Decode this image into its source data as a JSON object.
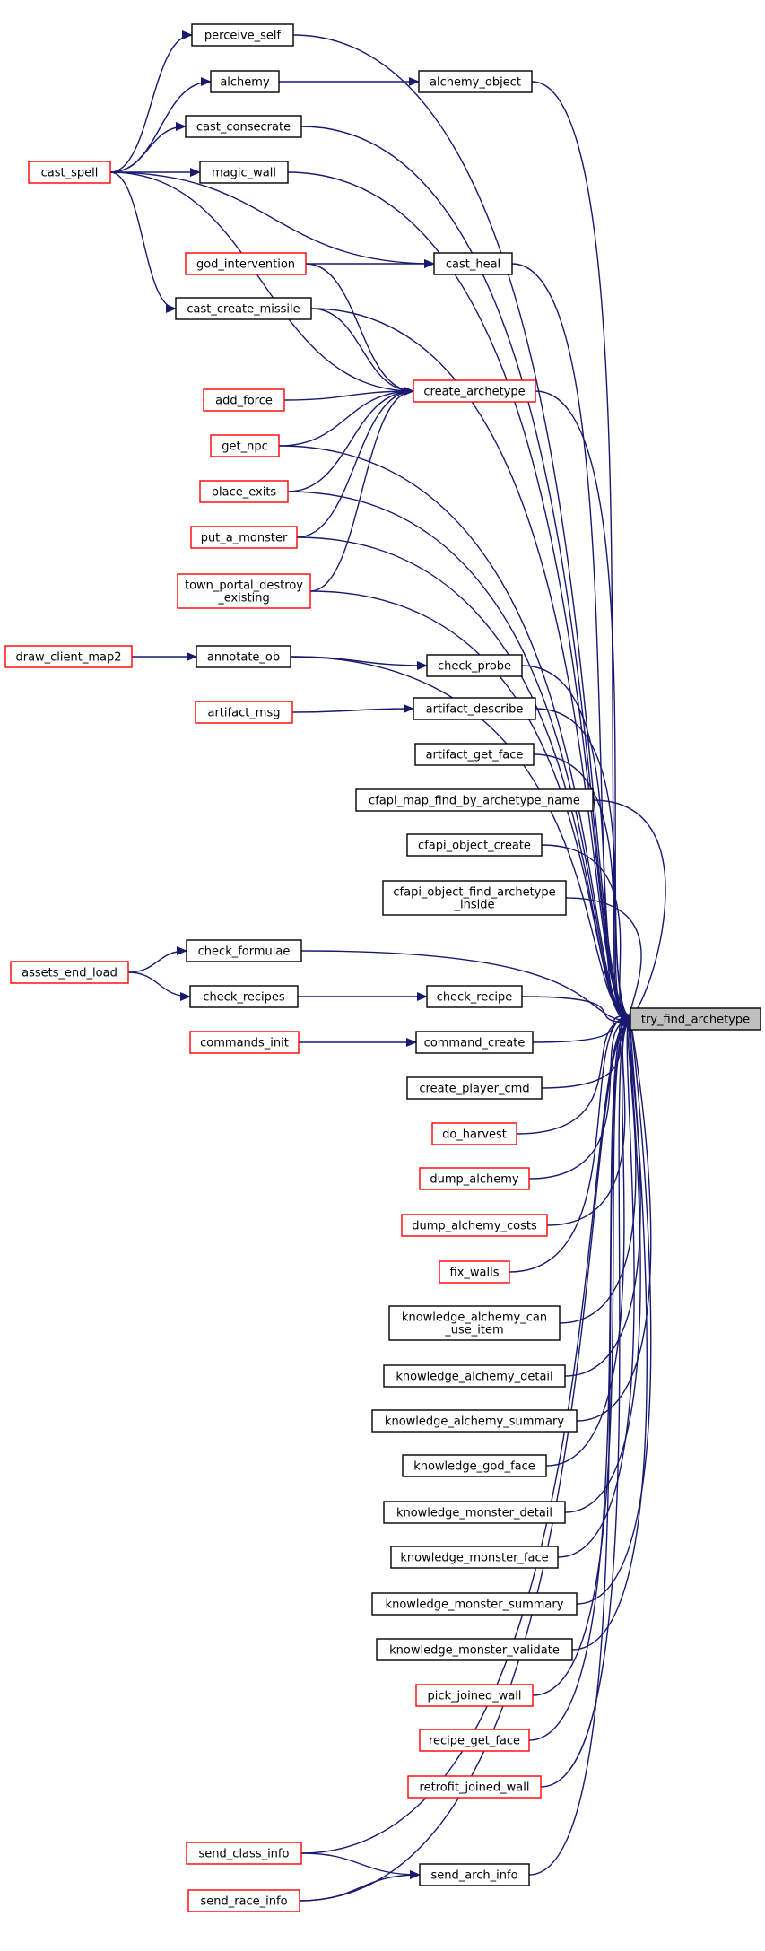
{
  "graph": {
    "edge_color": "#191970",
    "target_fill": "#bfbfbf",
    "border_normal": "#000000",
    "border_truncated": "#ff0000",
    "target": "try_find_archetype",
    "nodes": [
      {
        "id": "perceive_self",
        "lines": [
          "perceive_self"
        ],
        "style": "normal"
      },
      {
        "id": "alchemy",
        "lines": [
          "alchemy"
        ],
        "style": "normal"
      },
      {
        "id": "alchemy_object",
        "lines": [
          "alchemy_object"
        ],
        "style": "normal"
      },
      {
        "id": "cast_consecrate",
        "lines": [
          "cast_consecrate"
        ],
        "style": "normal"
      },
      {
        "id": "cast_spell",
        "lines": [
          "cast_spell"
        ],
        "style": "truncated"
      },
      {
        "id": "magic_wall",
        "lines": [
          "magic_wall"
        ],
        "style": "normal"
      },
      {
        "id": "god_intervention",
        "lines": [
          "god_intervention"
        ],
        "style": "truncated"
      },
      {
        "id": "cast_heal",
        "lines": [
          "cast_heal"
        ],
        "style": "normal"
      },
      {
        "id": "cast_create_missile",
        "lines": [
          "cast_create_missile"
        ],
        "style": "normal"
      },
      {
        "id": "add_force",
        "lines": [
          "add_force"
        ],
        "style": "truncated"
      },
      {
        "id": "create_archetype",
        "lines": [
          "create_archetype"
        ],
        "style": "truncated"
      },
      {
        "id": "get_npc",
        "lines": [
          "get_npc"
        ],
        "style": "truncated"
      },
      {
        "id": "place_exits",
        "lines": [
          "place_exits"
        ],
        "style": "truncated"
      },
      {
        "id": "put_a_monster",
        "lines": [
          "put_a_monster"
        ],
        "style": "truncated"
      },
      {
        "id": "town_portal_destroy_existing",
        "lines": [
          "town_portal_destroy",
          "_existing"
        ],
        "style": "truncated"
      },
      {
        "id": "draw_client_map2",
        "lines": [
          "draw_client_map2"
        ],
        "style": "truncated"
      },
      {
        "id": "annotate_ob",
        "lines": [
          "annotate_ob"
        ],
        "style": "normal"
      },
      {
        "id": "check_probe",
        "lines": [
          "check_probe"
        ],
        "style": "normal"
      },
      {
        "id": "artifact_msg",
        "lines": [
          "artifact_msg"
        ],
        "style": "truncated"
      },
      {
        "id": "artifact_describe",
        "lines": [
          "artifact_describe"
        ],
        "style": "normal"
      },
      {
        "id": "artifact_get_face",
        "lines": [
          "artifact_get_face"
        ],
        "style": "normal"
      },
      {
        "id": "cfapi_map_find_by_archetype_name",
        "lines": [
          "cfapi_map_find_by_archetype_name"
        ],
        "style": "normal"
      },
      {
        "id": "cfapi_object_create",
        "lines": [
          "cfapi_object_create"
        ],
        "style": "normal"
      },
      {
        "id": "cfapi_object_find_archetype_inside",
        "lines": [
          "cfapi_object_find_archetype",
          "_inside"
        ],
        "style": "normal"
      },
      {
        "id": "assets_end_load",
        "lines": [
          "assets_end_load"
        ],
        "style": "truncated"
      },
      {
        "id": "check_formulae",
        "lines": [
          "check_formulae"
        ],
        "style": "normal"
      },
      {
        "id": "check_recipes",
        "lines": [
          "check_recipes"
        ],
        "style": "normal"
      },
      {
        "id": "check_recipe",
        "lines": [
          "check_recipe"
        ],
        "style": "normal"
      },
      {
        "id": "try_find_archetype",
        "lines": [
          "try_find_archetype"
        ],
        "style": "target"
      },
      {
        "id": "commands_init",
        "lines": [
          "commands_init"
        ],
        "style": "truncated"
      },
      {
        "id": "command_create",
        "lines": [
          "command_create"
        ],
        "style": "normal"
      },
      {
        "id": "create_player_cmd",
        "lines": [
          "create_player_cmd"
        ],
        "style": "normal"
      },
      {
        "id": "do_harvest",
        "lines": [
          "do_harvest"
        ],
        "style": "truncated"
      },
      {
        "id": "dump_alchemy",
        "lines": [
          "dump_alchemy"
        ],
        "style": "truncated"
      },
      {
        "id": "dump_alchemy_costs",
        "lines": [
          "dump_alchemy_costs"
        ],
        "style": "truncated"
      },
      {
        "id": "fix_walls",
        "lines": [
          "fix_walls"
        ],
        "style": "truncated"
      },
      {
        "id": "knowledge_alchemy_can_use_item",
        "lines": [
          "knowledge_alchemy_can",
          "_use_item"
        ],
        "style": "normal"
      },
      {
        "id": "knowledge_alchemy_detail",
        "lines": [
          "knowledge_alchemy_detail"
        ],
        "style": "normal"
      },
      {
        "id": "knowledge_alchemy_summary",
        "lines": [
          "knowledge_alchemy_summary"
        ],
        "style": "normal"
      },
      {
        "id": "knowledge_god_face",
        "lines": [
          "knowledge_god_face"
        ],
        "style": "normal"
      },
      {
        "id": "knowledge_monster_detail",
        "lines": [
          "knowledge_monster_detail"
        ],
        "style": "normal"
      },
      {
        "id": "knowledge_monster_face",
        "lines": [
          "knowledge_monster_face"
        ],
        "style": "normal"
      },
      {
        "id": "knowledge_monster_summary",
        "lines": [
          "knowledge_monster_summary"
        ],
        "style": "normal"
      },
      {
        "id": "knowledge_monster_validate",
        "lines": [
          "knowledge_monster_validate"
        ],
        "style": "normal"
      },
      {
        "id": "pick_joined_wall",
        "lines": [
          "pick_joined_wall"
        ],
        "style": "truncated"
      },
      {
        "id": "recipe_get_face",
        "lines": [
          "recipe_get_face"
        ],
        "style": "truncated"
      },
      {
        "id": "retrofit_joined_wall",
        "lines": [
          "retrofit_joined_wall"
        ],
        "style": "truncated"
      },
      {
        "id": "send_class_info",
        "lines": [
          "send_class_info"
        ],
        "style": "truncated"
      },
      {
        "id": "send_arch_info",
        "lines": [
          "send_arch_info"
        ],
        "style": "normal"
      },
      {
        "id": "send_race_info",
        "lines": [
          "send_race_info"
        ],
        "style": "truncated"
      }
    ],
    "edges": [
      [
        "perceive_self",
        "try_find_archetype"
      ],
      [
        "alchemy",
        "alchemy_object"
      ],
      [
        "alchemy_object",
        "try_find_archetype"
      ],
      [
        "cast_consecrate",
        "try_find_archetype"
      ],
      [
        "cast_spell",
        "perceive_self"
      ],
      [
        "cast_spell",
        "alchemy"
      ],
      [
        "cast_spell",
        "cast_consecrate"
      ],
      [
        "cast_spell",
        "magic_wall"
      ],
      [
        "cast_spell",
        "cast_heal"
      ],
      [
        "cast_spell",
        "cast_create_missile"
      ],
      [
        "cast_spell",
        "create_archetype"
      ],
      [
        "magic_wall",
        "try_find_archetype"
      ],
      [
        "god_intervention",
        "cast_heal"
      ],
      [
        "god_intervention",
        "create_archetype"
      ],
      [
        "cast_heal",
        "try_find_archetype"
      ],
      [
        "cast_create_missile",
        "try_find_archetype"
      ],
      [
        "cast_create_missile",
        "create_archetype"
      ],
      [
        "add_force",
        "create_archetype"
      ],
      [
        "create_archetype",
        "try_find_archetype"
      ],
      [
        "get_npc",
        "create_archetype"
      ],
      [
        "get_npc",
        "try_find_archetype"
      ],
      [
        "place_exits",
        "create_archetype"
      ],
      [
        "place_exits",
        "try_find_archetype"
      ],
      [
        "put_a_monster",
        "create_archetype"
      ],
      [
        "put_a_monster",
        "try_find_archetype"
      ],
      [
        "town_portal_destroy_existing",
        "create_archetype"
      ],
      [
        "town_portal_destroy_existing",
        "try_find_archetype"
      ],
      [
        "draw_client_map2",
        "annotate_ob"
      ],
      [
        "annotate_ob",
        "check_probe"
      ],
      [
        "annotate_ob",
        "try_find_archetype"
      ],
      [
        "check_probe",
        "try_find_archetype"
      ],
      [
        "artifact_msg",
        "artifact_describe"
      ],
      [
        "artifact_describe",
        "try_find_archetype"
      ],
      [
        "artifact_get_face",
        "try_find_archetype"
      ],
      [
        "cfapi_map_find_by_archetype_name",
        "try_find_archetype"
      ],
      [
        "cfapi_object_create",
        "try_find_archetype"
      ],
      [
        "cfapi_object_find_archetype_inside",
        "try_find_archetype"
      ],
      [
        "assets_end_load",
        "check_formulae"
      ],
      [
        "assets_end_load",
        "check_recipes"
      ],
      [
        "check_formulae",
        "try_find_archetype"
      ],
      [
        "check_recipes",
        "check_recipe"
      ],
      [
        "check_recipe",
        "try_find_archetype"
      ],
      [
        "commands_init",
        "command_create"
      ],
      [
        "command_create",
        "try_find_archetype"
      ],
      [
        "create_player_cmd",
        "try_find_archetype"
      ],
      [
        "do_harvest",
        "try_find_archetype"
      ],
      [
        "dump_alchemy",
        "try_find_archetype"
      ],
      [
        "dump_alchemy_costs",
        "try_find_archetype"
      ],
      [
        "fix_walls",
        "try_find_archetype"
      ],
      [
        "knowledge_alchemy_can_use_item",
        "try_find_archetype"
      ],
      [
        "knowledge_alchemy_detail",
        "try_find_archetype"
      ],
      [
        "knowledge_alchemy_summary",
        "try_find_archetype"
      ],
      [
        "knowledge_god_face",
        "try_find_archetype"
      ],
      [
        "knowledge_monster_detail",
        "try_find_archetype"
      ],
      [
        "knowledge_monster_face",
        "try_find_archetype"
      ],
      [
        "knowledge_monster_summary",
        "try_find_archetype"
      ],
      [
        "knowledge_monster_validate",
        "try_find_archetype"
      ],
      [
        "pick_joined_wall",
        "try_find_archetype"
      ],
      [
        "recipe_get_face",
        "try_find_archetype"
      ],
      [
        "retrofit_joined_wall",
        "try_find_archetype"
      ],
      [
        "send_class_info",
        "try_find_archetype"
      ],
      [
        "send_class_info",
        "send_arch_info"
      ],
      [
        "send_arch_info",
        "try_find_archetype"
      ],
      [
        "send_race_info",
        "send_arch_info"
      ],
      [
        "send_race_info",
        "try_find_archetype"
      ]
    ]
  }
}
